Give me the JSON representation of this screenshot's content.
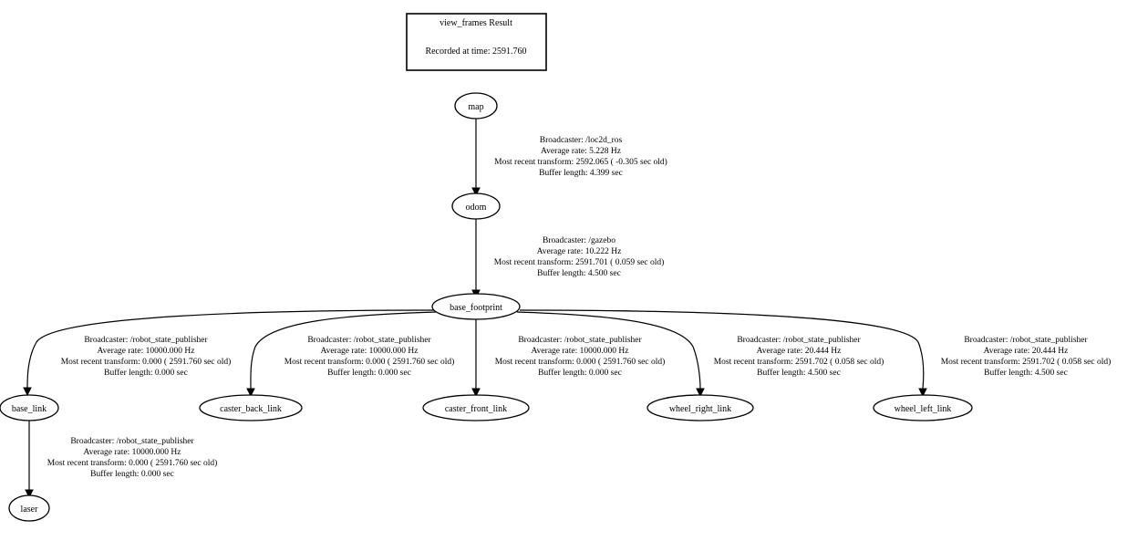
{
  "title": {
    "heading": "view_frames Result",
    "recorded": "Recorded at time: 2591.760"
  },
  "nodes": {
    "map": "map",
    "odom": "odom",
    "base_footprint": "base_footprint",
    "base_link": "base_link",
    "caster_back_link": "caster_back_link",
    "caster_front_link": "caster_front_link",
    "wheel_right_link": "wheel_right_link",
    "wheel_left_link": "wheel_left_link",
    "laser": "laser"
  },
  "edges": {
    "map_odom": {
      "broadcaster": "Broadcaster: /loc2d_ros",
      "rate": "Average rate: 5.228 Hz",
      "recent": "Most recent transform: 2592.065 ( -0.305 sec old)",
      "buffer": "Buffer length: 4.399 sec"
    },
    "odom_base_footprint": {
      "broadcaster": "Broadcaster: /gazebo",
      "rate": "Average rate: 10.222 Hz",
      "recent": "Most recent transform: 2591.701 ( 0.059 sec old)",
      "buffer": "Buffer length: 4.500 sec"
    },
    "footprint_base_link": {
      "broadcaster": "Broadcaster: /robot_state_publisher",
      "rate": "Average rate: 10000.000 Hz",
      "recent": "Most recent transform: 0.000 ( 2591.760 sec old)",
      "buffer": "Buffer length: 0.000 sec"
    },
    "footprint_caster_back": {
      "broadcaster": "Broadcaster: /robot_state_publisher",
      "rate": "Average rate: 10000.000 Hz",
      "recent": "Most recent transform: 0.000 ( 2591.760 sec old)",
      "buffer": "Buffer length: 0.000 sec"
    },
    "footprint_caster_front": {
      "broadcaster": "Broadcaster: /robot_state_publisher",
      "rate": "Average rate: 10000.000 Hz",
      "recent": "Most recent transform: 0.000 ( 2591.760 sec old)",
      "buffer": "Buffer length: 0.000 sec"
    },
    "footprint_wheel_right": {
      "broadcaster": "Broadcaster: /robot_state_publisher",
      "rate": "Average rate: 20.444 Hz",
      "recent": "Most recent transform: 2591.702 ( 0.058 sec old)",
      "buffer": "Buffer length: 4.500 sec"
    },
    "footprint_wheel_left": {
      "broadcaster": "Broadcaster: /robot_state_publisher",
      "rate": "Average rate: 20.444 Hz",
      "recent": "Most recent transform: 2591.702 ( 0.058 sec old)",
      "buffer": "Buffer length: 4.500 sec"
    },
    "base_link_laser": {
      "broadcaster": "Broadcaster: /robot_state_publisher",
      "rate": "Average rate: 10000.000 Hz",
      "recent": "Most recent transform: 0.000 ( 2591.760 sec old)",
      "buffer": "Buffer length: 0.000 sec"
    }
  }
}
